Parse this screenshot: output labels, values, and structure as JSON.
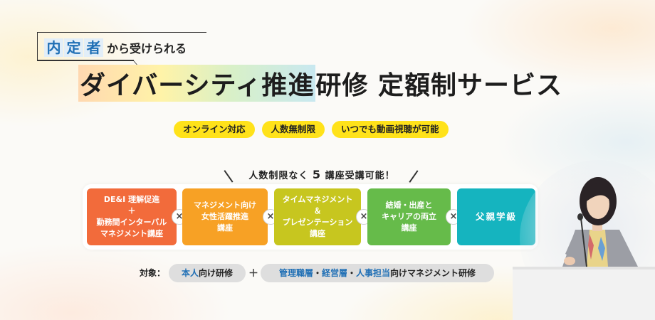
{
  "header": {
    "subtitle_highlight": [
      "内",
      "定",
      "者"
    ],
    "subtitle_rest": "から受けられる",
    "title_highlight": "ダイバーシティ推進",
    "title_rest": "研修 定額制サービス"
  },
  "tags": [
    "オンライン対応",
    "人数無制限",
    "いつでも動画視聴が可能"
  ],
  "courses_note": {
    "before": "人数制限なく",
    "number": "5",
    "after": "講座受講可能！"
  },
  "courses": [
    {
      "label": "DE&I 理解促進\n＋\n勤務間インターバル\nマネジメント講座"
    },
    {
      "label": "マネジメント向け\n女性活躍推進\n講座"
    },
    {
      "label": "タイムマネジメント\n＆\nプレゼンテーション\n講座"
    },
    {
      "label": "結婚・出産と\nキャリアの両立\n講座"
    },
    {
      "label": "父親学級"
    }
  ],
  "separator": "×",
  "target": {
    "label": "対象：",
    "pill1_blue": "本人",
    "pill1_rest": "向け研修",
    "plus": "＋",
    "pill2_blue1": "管理職層",
    "pill2_dot1": "・",
    "pill2_blue2": "経営層",
    "pill2_dot2": "・",
    "pill2_blue3": "人事担当",
    "pill2_rest": "向けマネジメント研修"
  },
  "colors": {
    "course1": "#f26b3b",
    "course2": "#f7a125",
    "course3": "#c7c61f",
    "course4": "#66bb4a",
    "course5": "#15b4bf",
    "tag": "#ffe21a",
    "accent_blue": "#1f6fb5"
  }
}
